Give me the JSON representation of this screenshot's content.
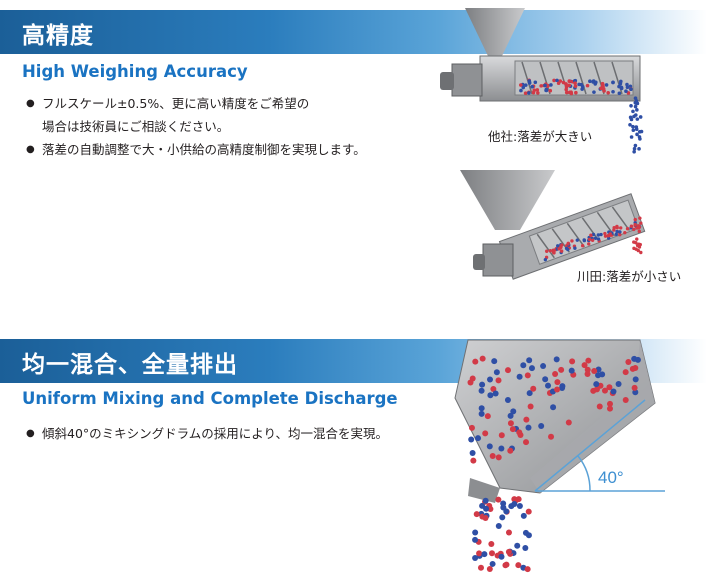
{
  "section1": {
    "title": "高精度",
    "subtitle": "High Weighing Accuracy",
    "bullets": [
      "フルスケール±0.5%、更に高い精度をご希望の",
      "場合は技術員にご相談ください。",
      "落差の自動調整で大・小供給の高精度制御を実現します。"
    ],
    "caption_other": "他社:落差が大きい",
    "caption_kawata": "川田:落差が小さい"
  },
  "section2": {
    "title": "均一混合、全量排出",
    "subtitle": "Uniform Mixing and Complete Discharge",
    "bullets": [
      "傾斜40°のミキシングドラムの採用により、均一混合を実現。"
    ],
    "angle_label": "40°"
  },
  "colors": {
    "banner": "#1b5f98",
    "english_title": "#1a73c2",
    "particle_blue": "#2f4fa5",
    "particle_red": "#d23a47"
  }
}
